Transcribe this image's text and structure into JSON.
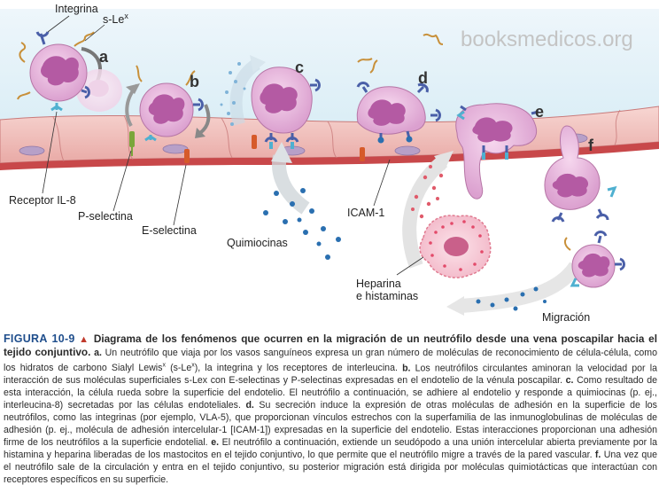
{
  "watermark": "booksmedicos.org",
  "step_labels": [
    "a",
    "b",
    "c",
    "d",
    "e",
    "f"
  ],
  "labels": {
    "integrina": "Integrina",
    "slex": "s-Le",
    "slex_sup": "x",
    "receptor_il8": "Receptor IL-8",
    "p_selectina": "P-selectina",
    "e_selectina": "E-selectina",
    "quimiocinas": "Quimiocinas",
    "icam1": "ICAM-1",
    "heparina_1": "Heparina",
    "heparina_2": "e histaminas",
    "migracion": "Migración"
  },
  "caption": {
    "figure_number": "FIGURA 10-9",
    "title": "Diagrama de los fenómenos que ocurren en la migración de un neutrófilo desde una vena poscapilar hacia el tejido conjuntivo.",
    "a": "a.",
    "a_text": "Un neutrófilo que viaja por los vasos sanguíneos expresa un gran número de moléculas de reconocimiento de célula-célula, como los hidratos de carbono Sialyl Lewis",
    "a_sup": "x",
    "a_text2": " (s-Le",
    "a_sup2": "x",
    "a_text3": "), la integrina y los receptores de interleucina.",
    "b": "b.",
    "b_text": "Los neutrófilos circulantes aminoran la velocidad por la interacción de sus moléculas superficiales s-Lex con E-selectinas y P-selectinas expresadas en el endotelio de la vénula poscapilar.",
    "c": "c.",
    "c_text": "Como resultado de esta interacción, la célula rueda sobre la superficie del endotelio. El neutrófilo a continuación, se adhiere al endotelio y responde a quimiocinas (p. ej., interleucina-8) secretadas por las células endoteliales.",
    "d": "d.",
    "d_text": "Su secreción induce la expresión de otras moléculas de adhesión en la superficie de los neutrófilos, como las integrinas (por ejemplo, VLA-5), que proporcionan vínculos estrechos con la superfamilia de las inmunoglobulinas de moléculas de adhesión (p. ej., molécula de adhesión intercelular-1 [ICAM-1]) expresadas en la superficie del endotelio. Estas interacciones proporcionan una adhesión firme de los neutrófilos a la superficie endotelial.",
    "e": "e.",
    "e_text": "El neutrófilo a continuación, extiende un seudópodo a una unión intercelular abierta previamente por la histamina y heparina liberadas de los mastocitos en el tejido conjuntivo, lo que permite que el neutrófilo migre a través de la pared vascular.",
    "f": "f.",
    "f_text": "Una vez que el neutrófilo sale de la circulación y entra en el tejido conjuntivo, su posterior migración está dirigida por moléculas quimiotácticas que interactúan con receptores específicos en su superficie."
  },
  "colors": {
    "cell_fill": "#e8b4d9",
    "nucleus_fill": "#b45aa3",
    "endothelium": "#f2c7c4",
    "endothelium_edge": "#c97a7a",
    "integrin": "#4a5fa8",
    "slex": "#c8903a",
    "receptor": "#4fb0d0",
    "p_selectin": "#7aa63a",
    "e_selectin": "#d65a2a",
    "chemokine": "#2a6fb0",
    "heparin": "#e05a6a",
    "figure_blue": "#1f4e8c",
    "triangle_red": "#c0392b"
  }
}
